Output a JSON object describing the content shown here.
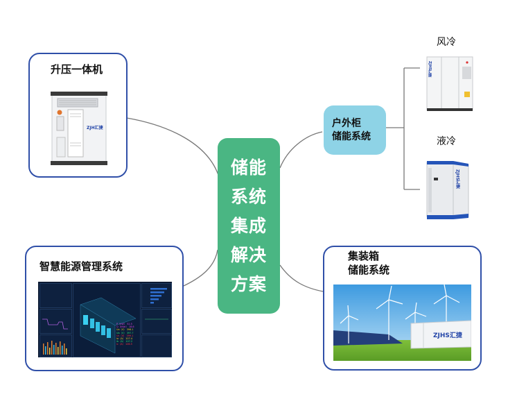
{
  "center_node": {
    "lines": [
      "储能",
      "系统",
      "集成",
      "解决",
      "方案"
    ],
    "color": "#4ab683"
  },
  "nodes": {
    "boost": {
      "title": "升压一体机",
      "product_logo": "ZJH汇捷"
    },
    "ems": {
      "title": "智慧能源管理系统"
    },
    "outdoor": {
      "lines": [
        "户外柜",
        "储能系统"
      ],
      "color": "#8ed3e6",
      "children": [
        {
          "label": "风冷",
          "logo": "ZJHS汇捷"
        },
        {
          "label": "液冷",
          "logo": "ZJHS汇捷"
        }
      ]
    },
    "container": {
      "lines": [
        "集装箱",
        "储能系统"
      ],
      "logo": "ZJHS汇捷"
    }
  },
  "colors": {
    "card_border": "#2f4fa8",
    "link": "#777777",
    "screen_bg": "#0c1a33"
  },
  "scada": {
    "readouts": [
      {
        "label": "P（kW）",
        "value": "52.5",
        "color": "#e040e0"
      },
      {
        "label": "Q（kVar）",
        "value": "18.6",
        "color": "#e040e0"
      },
      {
        "label": "Ua（V）",
        "value": "398.1",
        "color": "#f0d020"
      },
      {
        "label": "Ub（V）",
        "value": "397.7",
        "color": "#30e070"
      },
      {
        "label": "Uc（V）",
        "value": "399.1",
        "color": "#ff3040"
      },
      {
        "label": "Ia（A）",
        "value": "107.4",
        "color": "#f0d020"
      },
      {
        "label": "Ib（A）",
        "value": "107.2",
        "color": "#30e070"
      },
      {
        "label": "Ic（A）",
        "value": "106.5",
        "color": "#ff3040"
      }
    ]
  }
}
